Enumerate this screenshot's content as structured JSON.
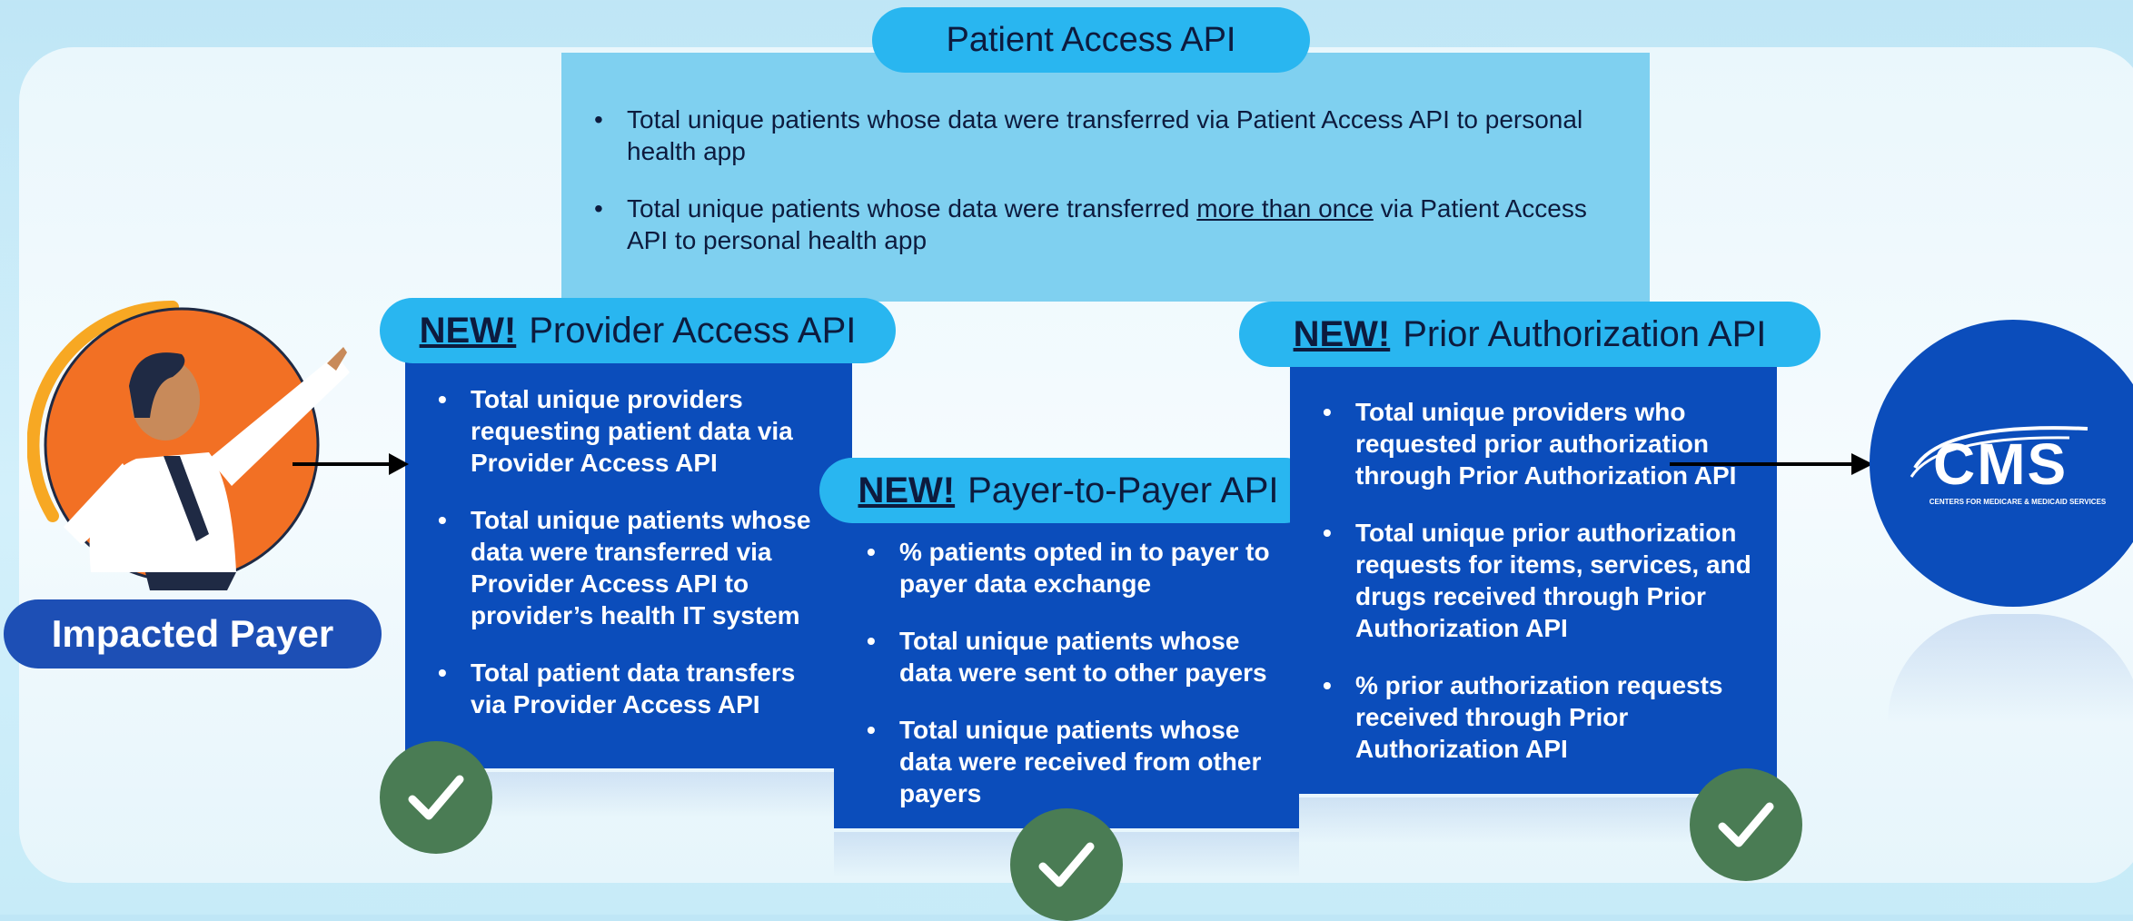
{
  "patient_access": {
    "title": "Patient Access API",
    "bullets": [
      "Total unique patients whose data were transferred via Patient Access API to personal health app"
    ],
    "bullet2": {
      "before": "Total unique patients whose data were transferred ",
      "underline": "more than once",
      "after": " via Patient Access API to personal health app"
    }
  },
  "provider_access": {
    "new_label": "NEW!",
    "title": "Provider Access API",
    "bullets": [
      "Total unique providers requesting patient data via Provider Access API",
      "Total unique patients whose data were transferred via Provider Access API to provider’s health IT system",
      "Total patient data transfers via Provider Access API"
    ]
  },
  "payer_to_payer": {
    "new_label": "NEW!",
    "title": "Payer-to-Payer API",
    "bullets": [
      "% patients opted in to payer to payer data exchange",
      "Total unique patients whose data were sent to other payers",
      "Total unique patients whose data were received from other payers"
    ]
  },
  "prior_authorization": {
    "new_label": "NEW!",
    "title": "Prior Authorization API",
    "bullets": [
      "Total unique providers who requested prior authorization through Prior Authorization API",
      "Total unique prior authorization requests for items, services, and drugs received through Prior Authorization API",
      "% prior authorization requests received through Prior Authorization API"
    ]
  },
  "impacted_payer": {
    "label": "Impacted Payer"
  },
  "cms": {
    "logo_text": "CMS",
    "logo_subtext": "CENTERS FOR MEDICARE & MEDICAID SERVICES"
  },
  "colors": {
    "pill": "#29b6f0",
    "dark_box": "#0b4dbb",
    "light_box": "#7fd0f0",
    "check": "#4a7c54",
    "orange": "#f27024",
    "yellow": "#f7a823"
  },
  "icons": [
    "businessman-illustration",
    "arrow-right-icon",
    "checkmark-icon",
    "cms-logo"
  ]
}
